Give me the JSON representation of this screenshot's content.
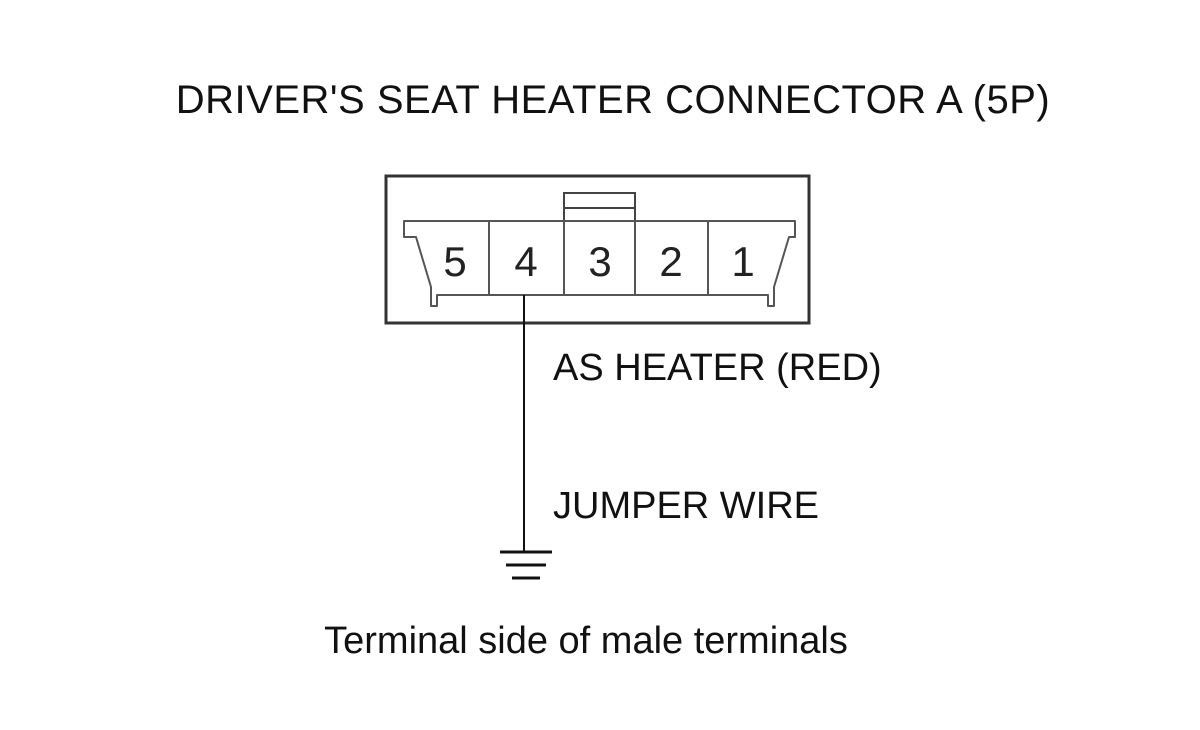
{
  "title": "DRIVER'S SEAT HEATER CONNECTOR A (5P)",
  "connector": {
    "name": "5P",
    "pins": [
      "5",
      "4",
      "3",
      "2",
      "1"
    ],
    "connected_pin": "4"
  },
  "labels": {
    "wire": "AS HEATER (RED)",
    "jumper": "JUMPER WIRE"
  },
  "ground_symbol": "ground-icon",
  "caption": "Terminal side of male terminals"
}
